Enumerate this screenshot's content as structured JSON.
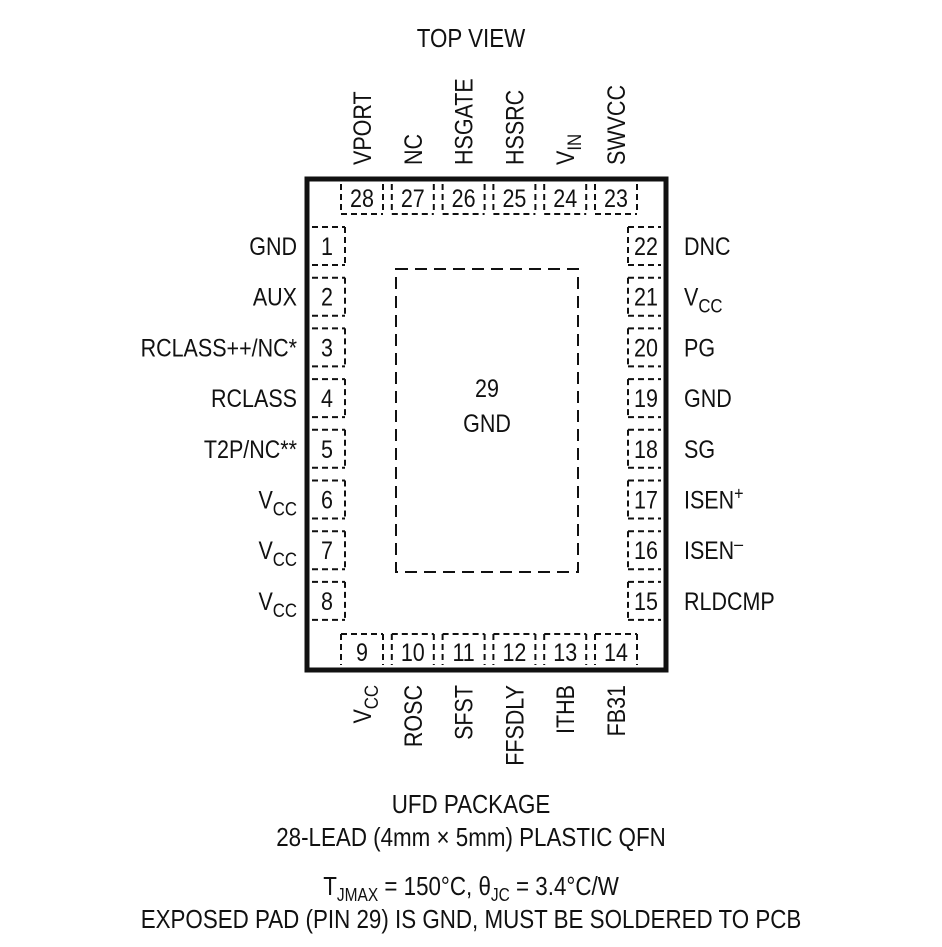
{
  "view_title": "TOP VIEW",
  "package": {
    "line1": "UFD PACKAGE",
    "line2": "28-LEAD (4mm × 5mm) PLASTIC QFN",
    "thermal_tjmax": {
      "text": "T",
      "sub": "JMAX",
      "after": " = 150°C, "
    },
    "thermal_theta": {
      "text": "θ",
      "sub": "JC",
      "after": " = 3.4°C/W"
    },
    "exposed_pad_note": "EXPOSED PAD (PIN 29) IS GND, MUST BE SOLDERED TO PCB"
  },
  "exposed_pad": {
    "number": "29",
    "name": "GND"
  },
  "pins": {
    "left": [
      {
        "num": "1",
        "name": "GND"
      },
      {
        "num": "2",
        "name": "AUX"
      },
      {
        "num": "3",
        "name": "RCLASS++/NC*"
      },
      {
        "num": "4",
        "name": "RCLASS"
      },
      {
        "num": "5",
        "name": "T2P/NC**"
      },
      {
        "num": "6",
        "name": "V",
        "sub": "CC"
      },
      {
        "num": "7",
        "name": "V",
        "sub": "CC"
      },
      {
        "num": "8",
        "name": "V",
        "sub": "CC"
      }
    ],
    "bottom": [
      {
        "num": "9",
        "name": "V",
        "sub": "CC"
      },
      {
        "num": "10",
        "name": "ROSC"
      },
      {
        "num": "11",
        "name": "SFST"
      },
      {
        "num": "12",
        "name": "FFSDLY"
      },
      {
        "num": "13",
        "name": "ITHB"
      },
      {
        "num": "14",
        "name": "FB31"
      }
    ],
    "right": [
      {
        "num": "15",
        "name": "RLDCMP"
      },
      {
        "num": "16",
        "name": "ISEN",
        "sup": "–"
      },
      {
        "num": "17",
        "name": "ISEN",
        "sup": "+"
      },
      {
        "num": "18",
        "name": "SG"
      },
      {
        "num": "19",
        "name": "GND"
      },
      {
        "num": "20",
        "name": "PG"
      },
      {
        "num": "21",
        "name": "V",
        "sub": "CC"
      },
      {
        "num": "22",
        "name": "DNC"
      }
    ],
    "top": [
      {
        "num": "23",
        "name": "SWVCC"
      },
      {
        "num": "24",
        "name": "V",
        "sub": "IN"
      },
      {
        "num": "25",
        "name": "HSSRC"
      },
      {
        "num": "26",
        "name": "HSGATE"
      },
      {
        "num": "27",
        "name": "NC"
      },
      {
        "num": "28",
        "name": "VPORT"
      }
    ]
  }
}
